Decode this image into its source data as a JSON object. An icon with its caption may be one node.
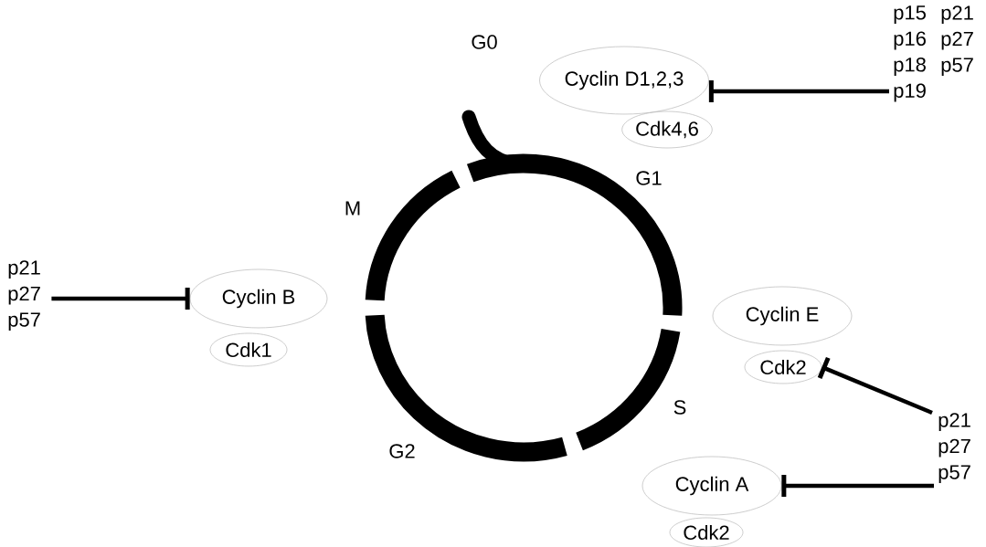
{
  "diagram": {
    "nodes": [
      {
        "text": [
          "Cyclin D1,2,3"
        ]
      },
      {
        "text": [
          "Cdk4,6"
        ]
      },
      {
        "text": [
          "p15 p16 p18 p19",
          "p21 p27 p57"
        ]
      },
      {
        "text": [
          "Cyclin B"
        ]
      },
      {
        "text": [
          "Cdk1"
        ]
      },
      {
        "text": [
          "p21 p27 p57"
        ]
      },
      {
        "text": [
          "Cyclin E"
        ]
      },
      {
        "text": [
          "Cdk2"
        ]
      },
      {
        "text": [
          "p21 p27 p57"
        ]
      },
      {
        "text": [
          "Cyclin A"
        ]
      },
      {
        "text": [
          "Cdk2"
        ]
      }
    ],
    "edges": [
      {
        "from": 2,
        "to": 0,
        "arrow": "other"
      },
      {
        "from": 5,
        "to": 3,
        "arrow": "other"
      },
      {
        "from": 8,
        "to": 7,
        "arrow": "other"
      },
      {
        "from": 8,
        "to": 9,
        "arrow": "other"
      }
    ],
    "labels": [
      "G0",
      "G1",
      "M",
      "S",
      "G2"
    ]
  }
}
